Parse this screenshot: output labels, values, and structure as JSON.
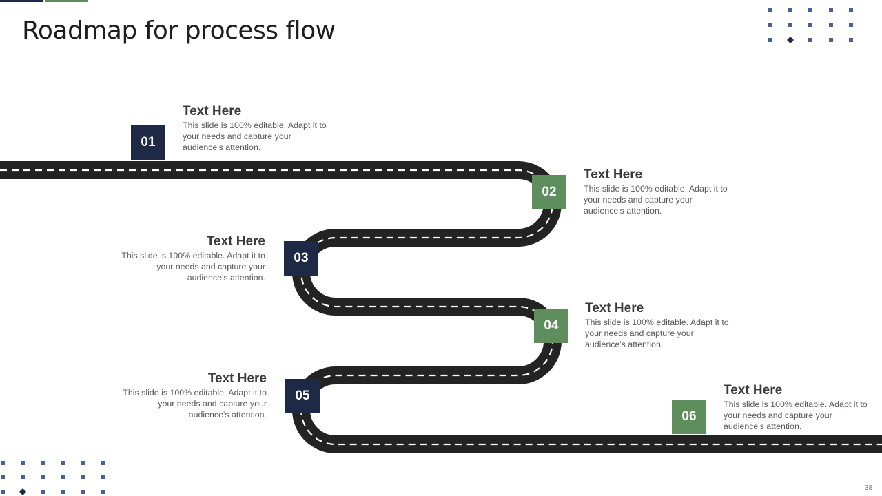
{
  "slide": {
    "title": "Roadmap for process flow",
    "page_number": "38",
    "colors": {
      "navy": "#1d2945",
      "green": "#5e8e5c",
      "road": "#232323",
      "dot": "#46609c",
      "road_dash": "#ffffff"
    }
  },
  "steps": [
    {
      "number": "01",
      "heading": "Text Here",
      "description": "This slide is 100% editable. Adapt it to your needs and capture your audience's attention.",
      "color": "navy"
    },
    {
      "number": "02",
      "heading": "Text Here",
      "description": "This slide is 100% editable. Adapt it to your needs and capture your audience's attention.",
      "color": "green"
    },
    {
      "number": "03",
      "heading": "Text Here",
      "description": "This slide is 100% editable. Adapt it to your needs and capture your audience's attention.",
      "color": "navy"
    },
    {
      "number": "04",
      "heading": "Text Here",
      "description": "This slide is 100% editable. Adapt it to your needs and capture your audience's attention.",
      "color": "green"
    },
    {
      "number": "05",
      "heading": "Text Here",
      "description": "This slide is 100% editable. Adapt it to your needs and capture your audience's attention.",
      "color": "navy"
    },
    {
      "number": "06",
      "heading": "Text Here",
      "description": "This slide is 100% editable. Adapt it to your needs and capture your audience's attention.",
      "color": "green"
    }
  ],
  "decorations": {
    "dot_grid_top_right": "dot-grid-icon",
    "dot_grid_bottom_left": "dot-grid-icon",
    "diamond_marker": "diamond-icon"
  }
}
